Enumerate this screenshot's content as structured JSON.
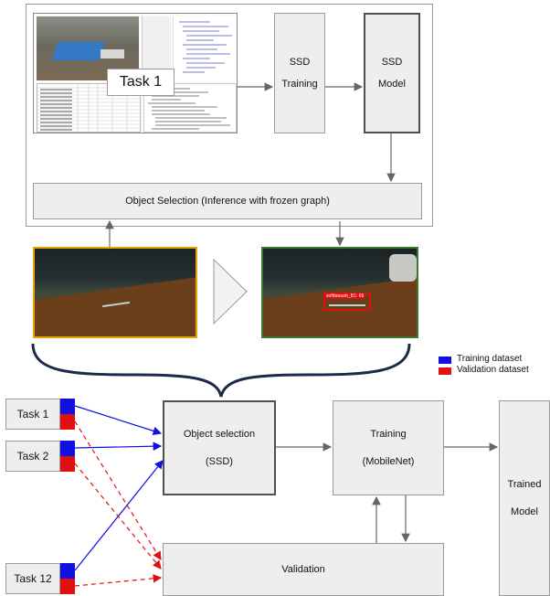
{
  "top": {
    "task_label": "Task 1",
    "ssd_training": {
      "line1": "SSD",
      "line2": "Training"
    },
    "ssd_model": {
      "line1": "SSD",
      "line2": "Model"
    },
    "object_selection_bar": "Object Selection (Inference with frozen graph)",
    "detection_label": "softtissueb_B1: 69"
  },
  "legend": {
    "items": [
      {
        "label": "Training dataset",
        "color": "#1010e0"
      },
      {
        "label": "Validation dataset",
        "color": "#e01010"
      }
    ]
  },
  "bottom": {
    "tasks": [
      "Task 1",
      "Task 2",
      "Task 12"
    ],
    "object_selection": {
      "line1": "Object selection",
      "line2": "(SSD)"
    },
    "training": {
      "line1": "Training",
      "line2": "(MobileNet)"
    },
    "validation": "Validation",
    "trained_model": {
      "line1": "Trained",
      "line2": "Model"
    }
  },
  "colors": {
    "training": "#1010e0",
    "validation": "#e01010",
    "box_fill": "#eeeeee",
    "image_left_border": "#e8a400",
    "image_right_border": "#3a7a2a",
    "detect_box": "#e01010"
  }
}
